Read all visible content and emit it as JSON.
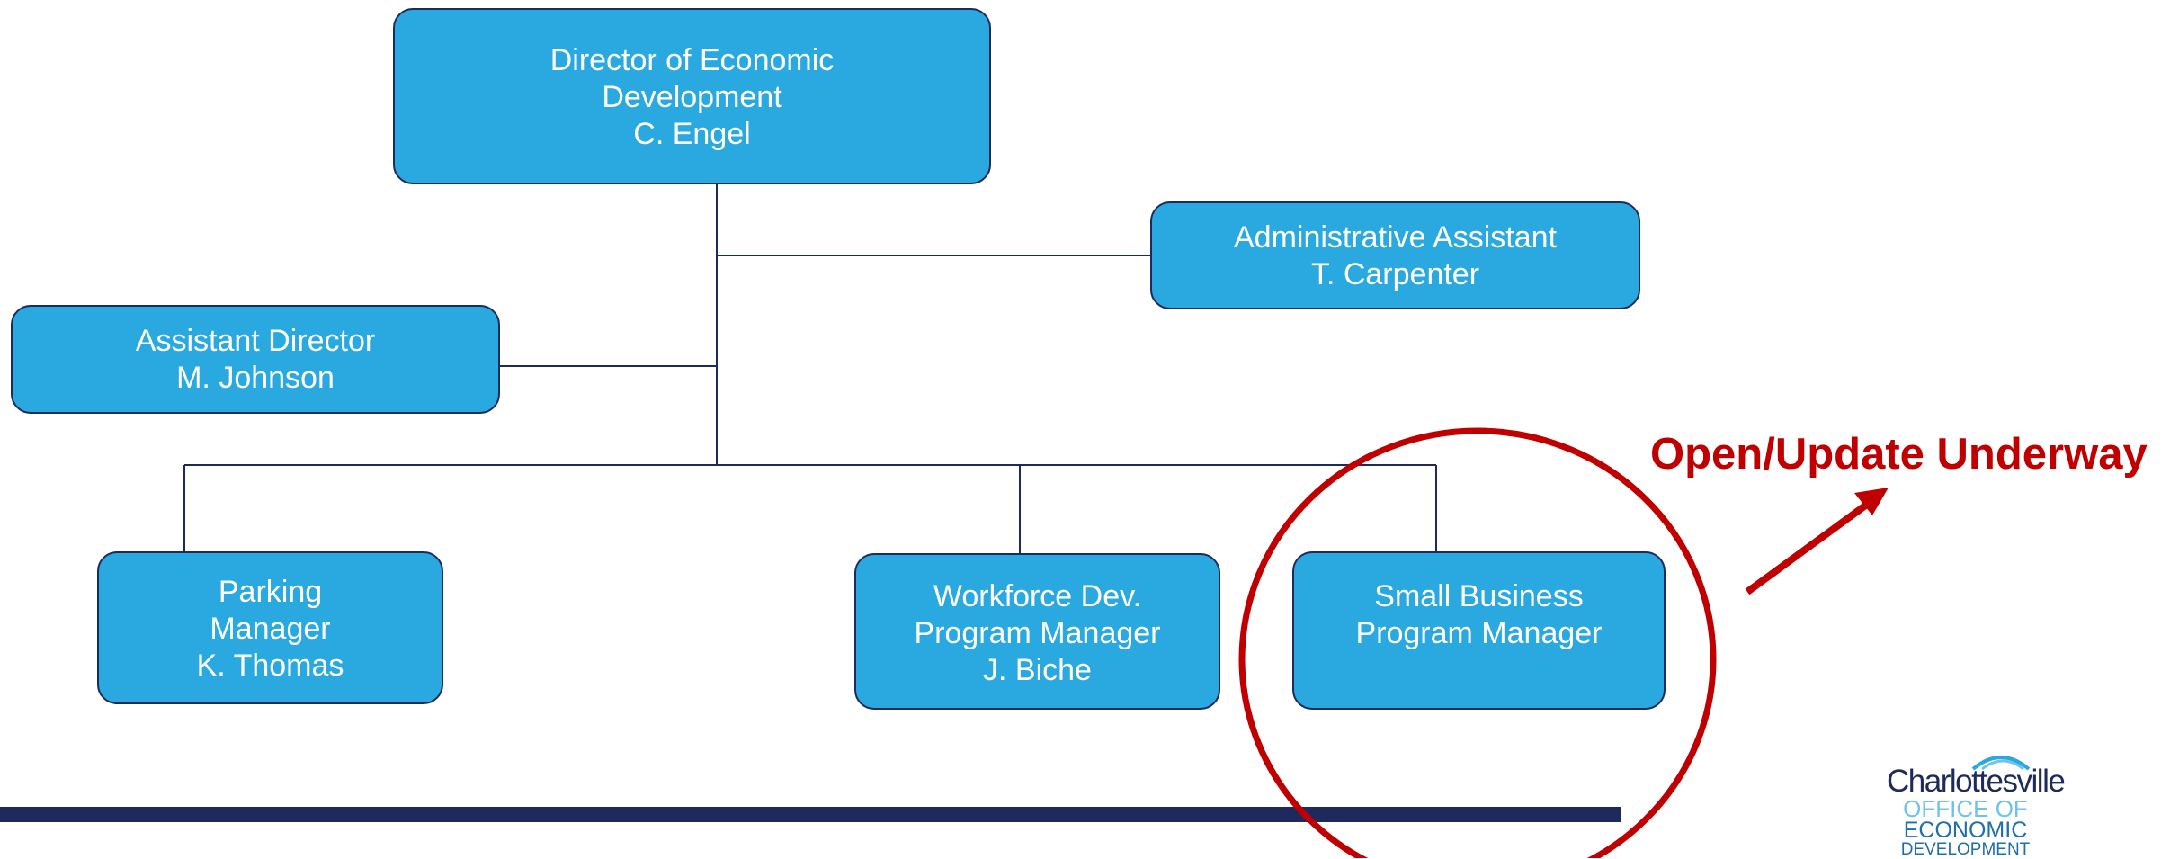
{
  "nodes": {
    "director": {
      "line1": "Director of Economic",
      "line2": "Development",
      "line3": "C. Engel"
    },
    "admin_assistant": {
      "line1": "Administrative Assistant",
      "line2": "T. Carpenter"
    },
    "assistant_director": {
      "line1": "Assistant Director",
      "line2": "M. Johnson"
    },
    "parking": {
      "line1": "Parking",
      "line2": "Manager",
      "line3": "K. Thomas"
    },
    "workforce": {
      "line1": "Workforce Dev.",
      "line2": "Program Manager",
      "line3": "J. Biche"
    },
    "small_business": {
      "line1": "Small Business",
      "line2": "Program Manager"
    }
  },
  "annotation": {
    "text": "Open/Update Underway"
  },
  "logo": {
    "city": "Charlottesville",
    "line1": "OFFICE OF",
    "line2": "ECONOMIC",
    "line3": "DEVELOPMENT"
  },
  "colors": {
    "box_fill": "#29a9e0",
    "box_border": "#1f2a5c",
    "connector": "#1f2a5c",
    "highlight": "#c00000",
    "footer_bar": "#1f2a5c"
  }
}
